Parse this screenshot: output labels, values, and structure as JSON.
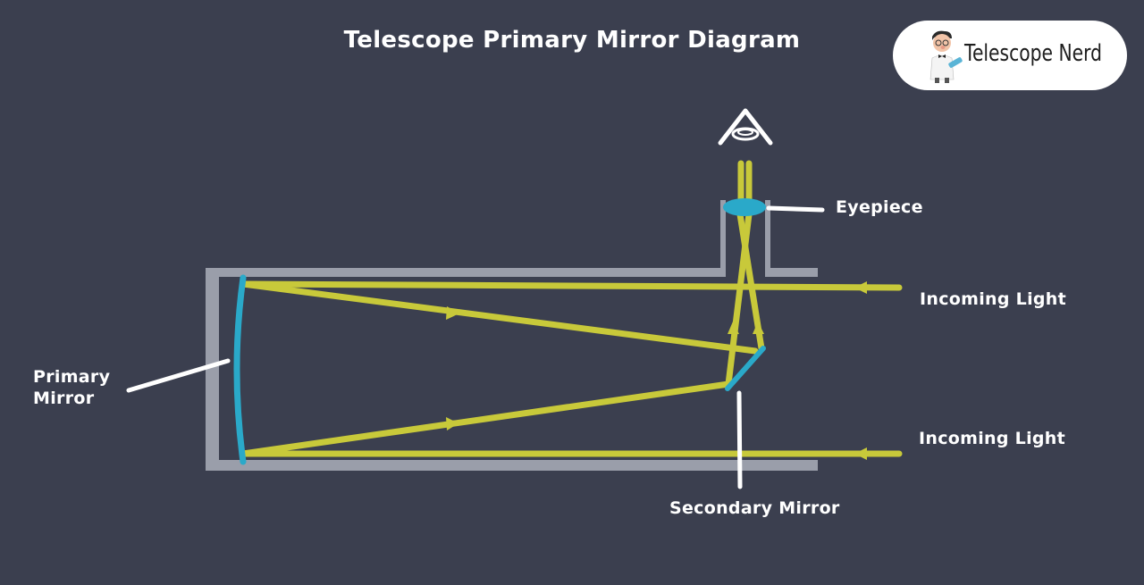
{
  "title": "Telescope Primary Mirror Diagram",
  "badge": {
    "text": "Telescope Nerd"
  },
  "labels": {
    "eyepiece": "Eyepiece",
    "incoming_top": "Incoming Light",
    "incoming_bottom": "Incoming Light",
    "primary_line1": "Primary",
    "primary_line2": "Mirror",
    "secondary": "Secondary Mirror"
  },
  "colors": {
    "background": "#3b3f4f",
    "tube": "#9a9eaa",
    "light_ray": "#c8c93a",
    "mirror": "#2aa9c9",
    "pointer": "#ffffff"
  },
  "icons": [
    "eye-icon",
    "telescope-nerd-mascot"
  ]
}
